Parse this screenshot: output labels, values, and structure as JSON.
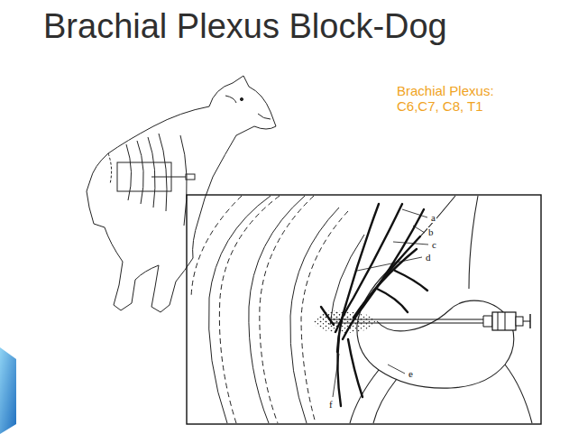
{
  "diagram": {
    "title": "Brachial Plexus Block-Dog",
    "labels": [
      "Brachial Plexus: C6,C7, C8, T1",
      "a",
      "b",
      "c",
      "d",
      "e",
      "f"
    ]
  }
}
